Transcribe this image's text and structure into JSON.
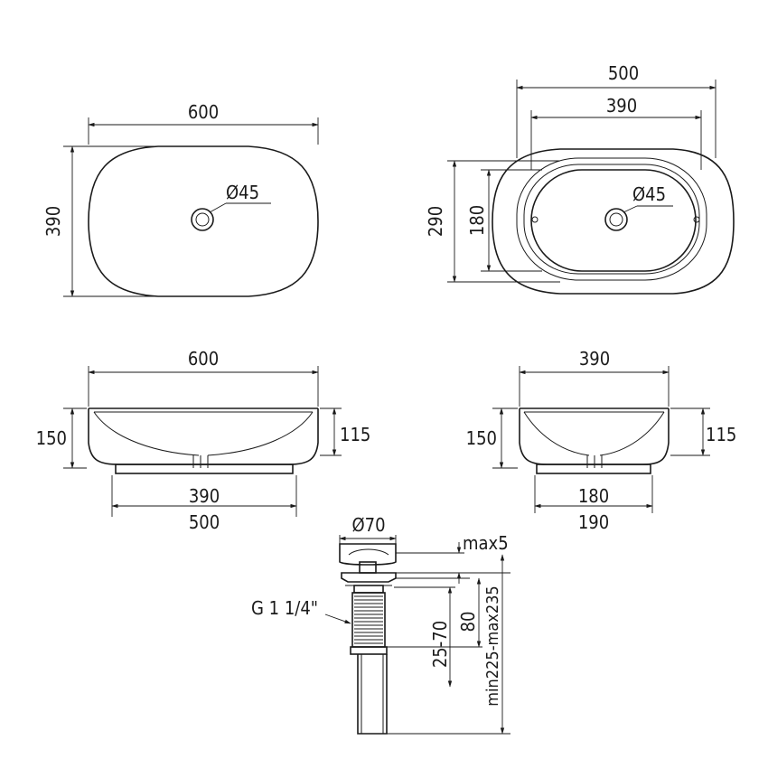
{
  "top_view_left": {
    "width": "600",
    "depth": "390",
    "drain": "Ø45"
  },
  "top_view_right": {
    "outer_width": "500",
    "inner_width": "390",
    "outer_depth": "290",
    "inner_depth": "180",
    "drain": "Ø45"
  },
  "side_view_left": {
    "top_width": "600",
    "height": "150",
    "bowl_depth": "115",
    "base_inner": "390",
    "base_outer": "500"
  },
  "side_view_right": {
    "top_width": "390",
    "height": "150",
    "bowl_depth": "115",
    "base_inner": "180",
    "base_outer": "190"
  },
  "drain_detail": {
    "cap_diameter": "Ø70",
    "gap": "max5",
    "thread": "G 1 1/4\"",
    "body_length": "80",
    "range": "25-70",
    "total": "min225-max235"
  }
}
